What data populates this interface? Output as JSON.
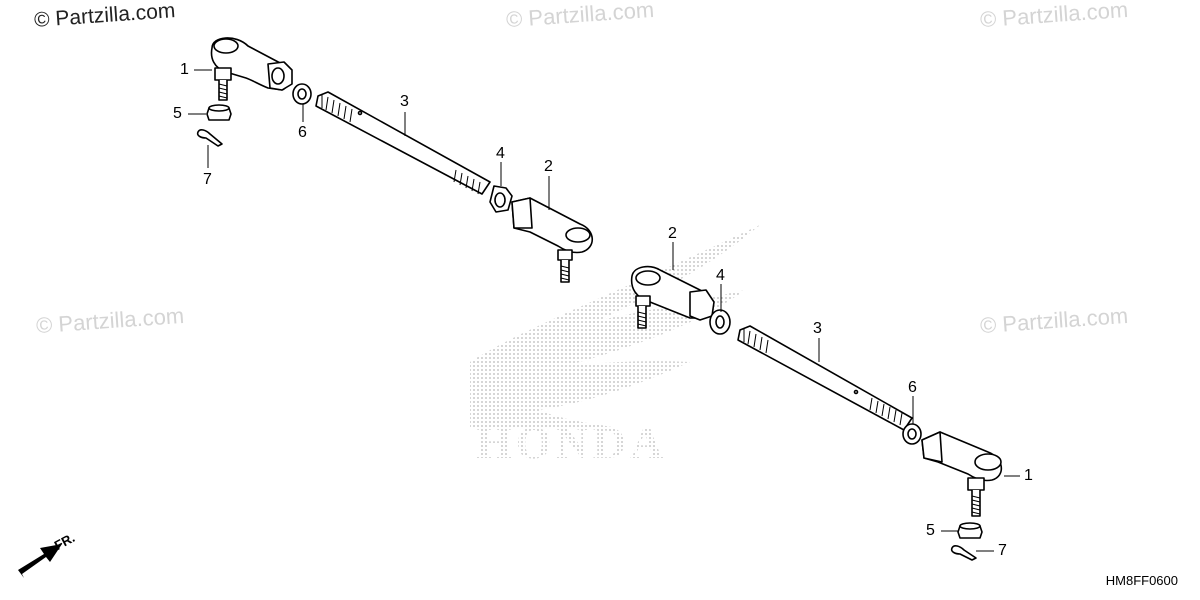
{
  "watermarks": [
    "© Partzilla.com",
    "© Partzilla.com",
    "© Partzilla.com",
    "© Partzilla.com",
    "© Partzilla.com"
  ],
  "brand_watermark_text": "HONDA",
  "direction_label": "FR.",
  "diagram_code": "HM8FF0600",
  "callouts": {
    "p1a": "1",
    "p5a": "5",
    "p7a": "7",
    "p6a": "6",
    "p3a": "3",
    "p4a": "4",
    "p2a": "2",
    "p2b": "2",
    "p4b": "4",
    "p3b": "3",
    "p6b": "6",
    "p1b": "1",
    "p5b": "5",
    "p7b": "7"
  },
  "colors": {
    "line": "#000000",
    "watermark": "#d4d4d4",
    "logo_dots": "#bdbdbd"
  }
}
